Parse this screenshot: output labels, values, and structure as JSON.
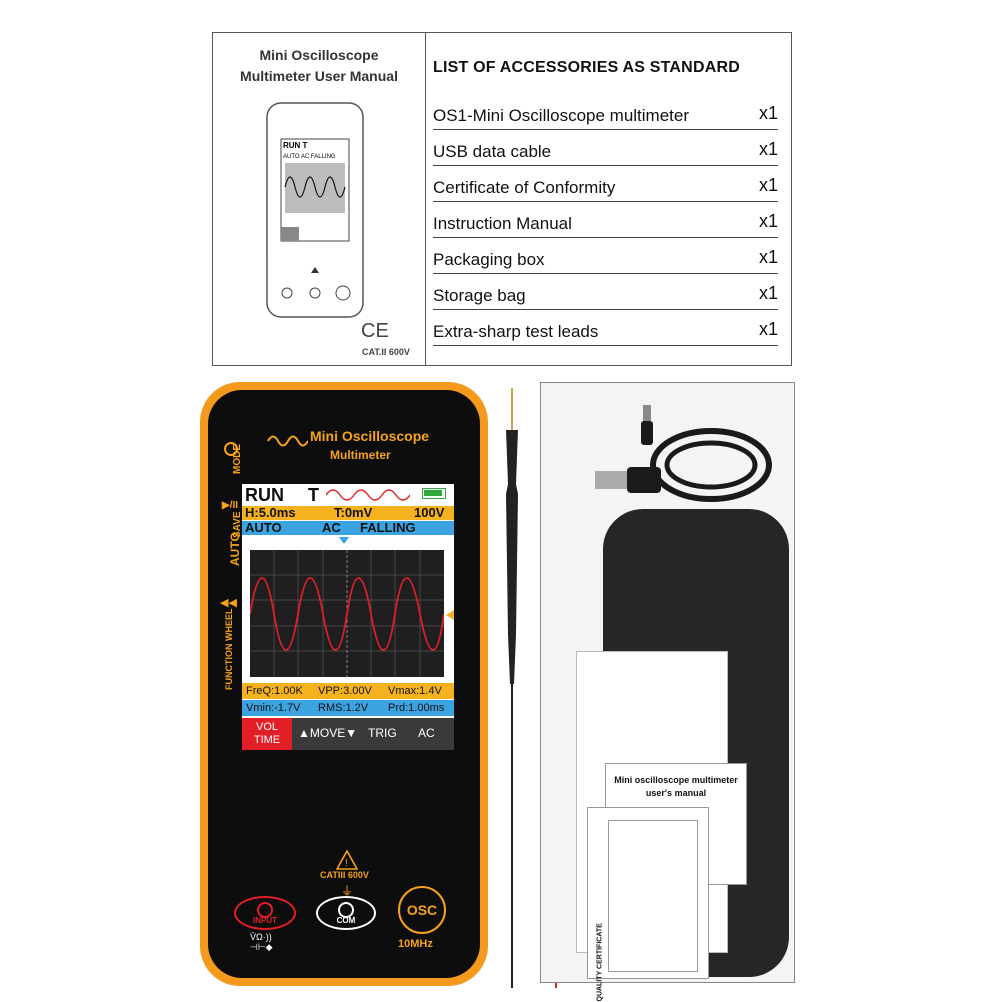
{
  "manual": {
    "title_line1": "Mini Oscilloscope",
    "title_line2": "Multimeter User Manual",
    "cert_mark": "CE",
    "category": "CAT.II 600V"
  },
  "accessories": {
    "heading": "LIST OF ACCESSORIES AS STANDARD",
    "items": [
      {
        "name": "OS1-Mini Oscilloscope multimeter",
        "qty": "x1"
      },
      {
        "name": "USB data cable",
        "qty": "x1"
      },
      {
        "name": "Certificate of Conformity",
        "qty": "x1"
      },
      {
        "name": "Instruction Manual",
        "qty": "x1"
      },
      {
        "name": "Packaging box",
        "qty": "x1"
      },
      {
        "name": "Storage bag",
        "qty": "x1"
      },
      {
        "name": "Extra-sharp test leads",
        "qty": "x1"
      }
    ]
  },
  "device": {
    "brand_line1": "Mini Oscilloscope",
    "brand_line2": "Multimeter",
    "side_buttons": [
      "MODE",
      "SAVE",
      "AUTO",
      "FUNCTION WHEEL"
    ],
    "screen": {
      "status": "RUN",
      "trigger_letter": "T",
      "h_scale": "H:5.0ms",
      "t_offset": "T:0mV",
      "v_range": "100V",
      "mode": "AUTO",
      "coupling": "AC",
      "edge": "FALLING",
      "freq": "FreQ:1.00K",
      "vpp": "VPP:3.00V",
      "vmax": "Vmax:1.4V",
      "vmin": "Vmin:-1.7V",
      "rms": "RMS:1.2V",
      "period": "Prd:1.00ms",
      "menu_vol": "VOL",
      "menu_time": "TIME",
      "menu_move": "MOVE",
      "menu_trig": "TRIG",
      "menu_ac": "AC"
    },
    "cat_rating": "CATIII 600V",
    "jack_input": "INPUT",
    "jack_com": "COM",
    "osc_button": "OSC",
    "bandwidth": "10MHz"
  },
  "package": {
    "manual_cover": "Mini oscilloscope multimeter",
    "manual_cover2": "user's manual",
    "cert_title": "QUALITY CERTIFICATE"
  },
  "colors": {
    "case_orange": "#f39a1e",
    "screen_yellow": "#f5b21f",
    "screen_blue": "#3aa3e0",
    "wave_red": "#e21f26",
    "probe_red": "#d9222a"
  }
}
